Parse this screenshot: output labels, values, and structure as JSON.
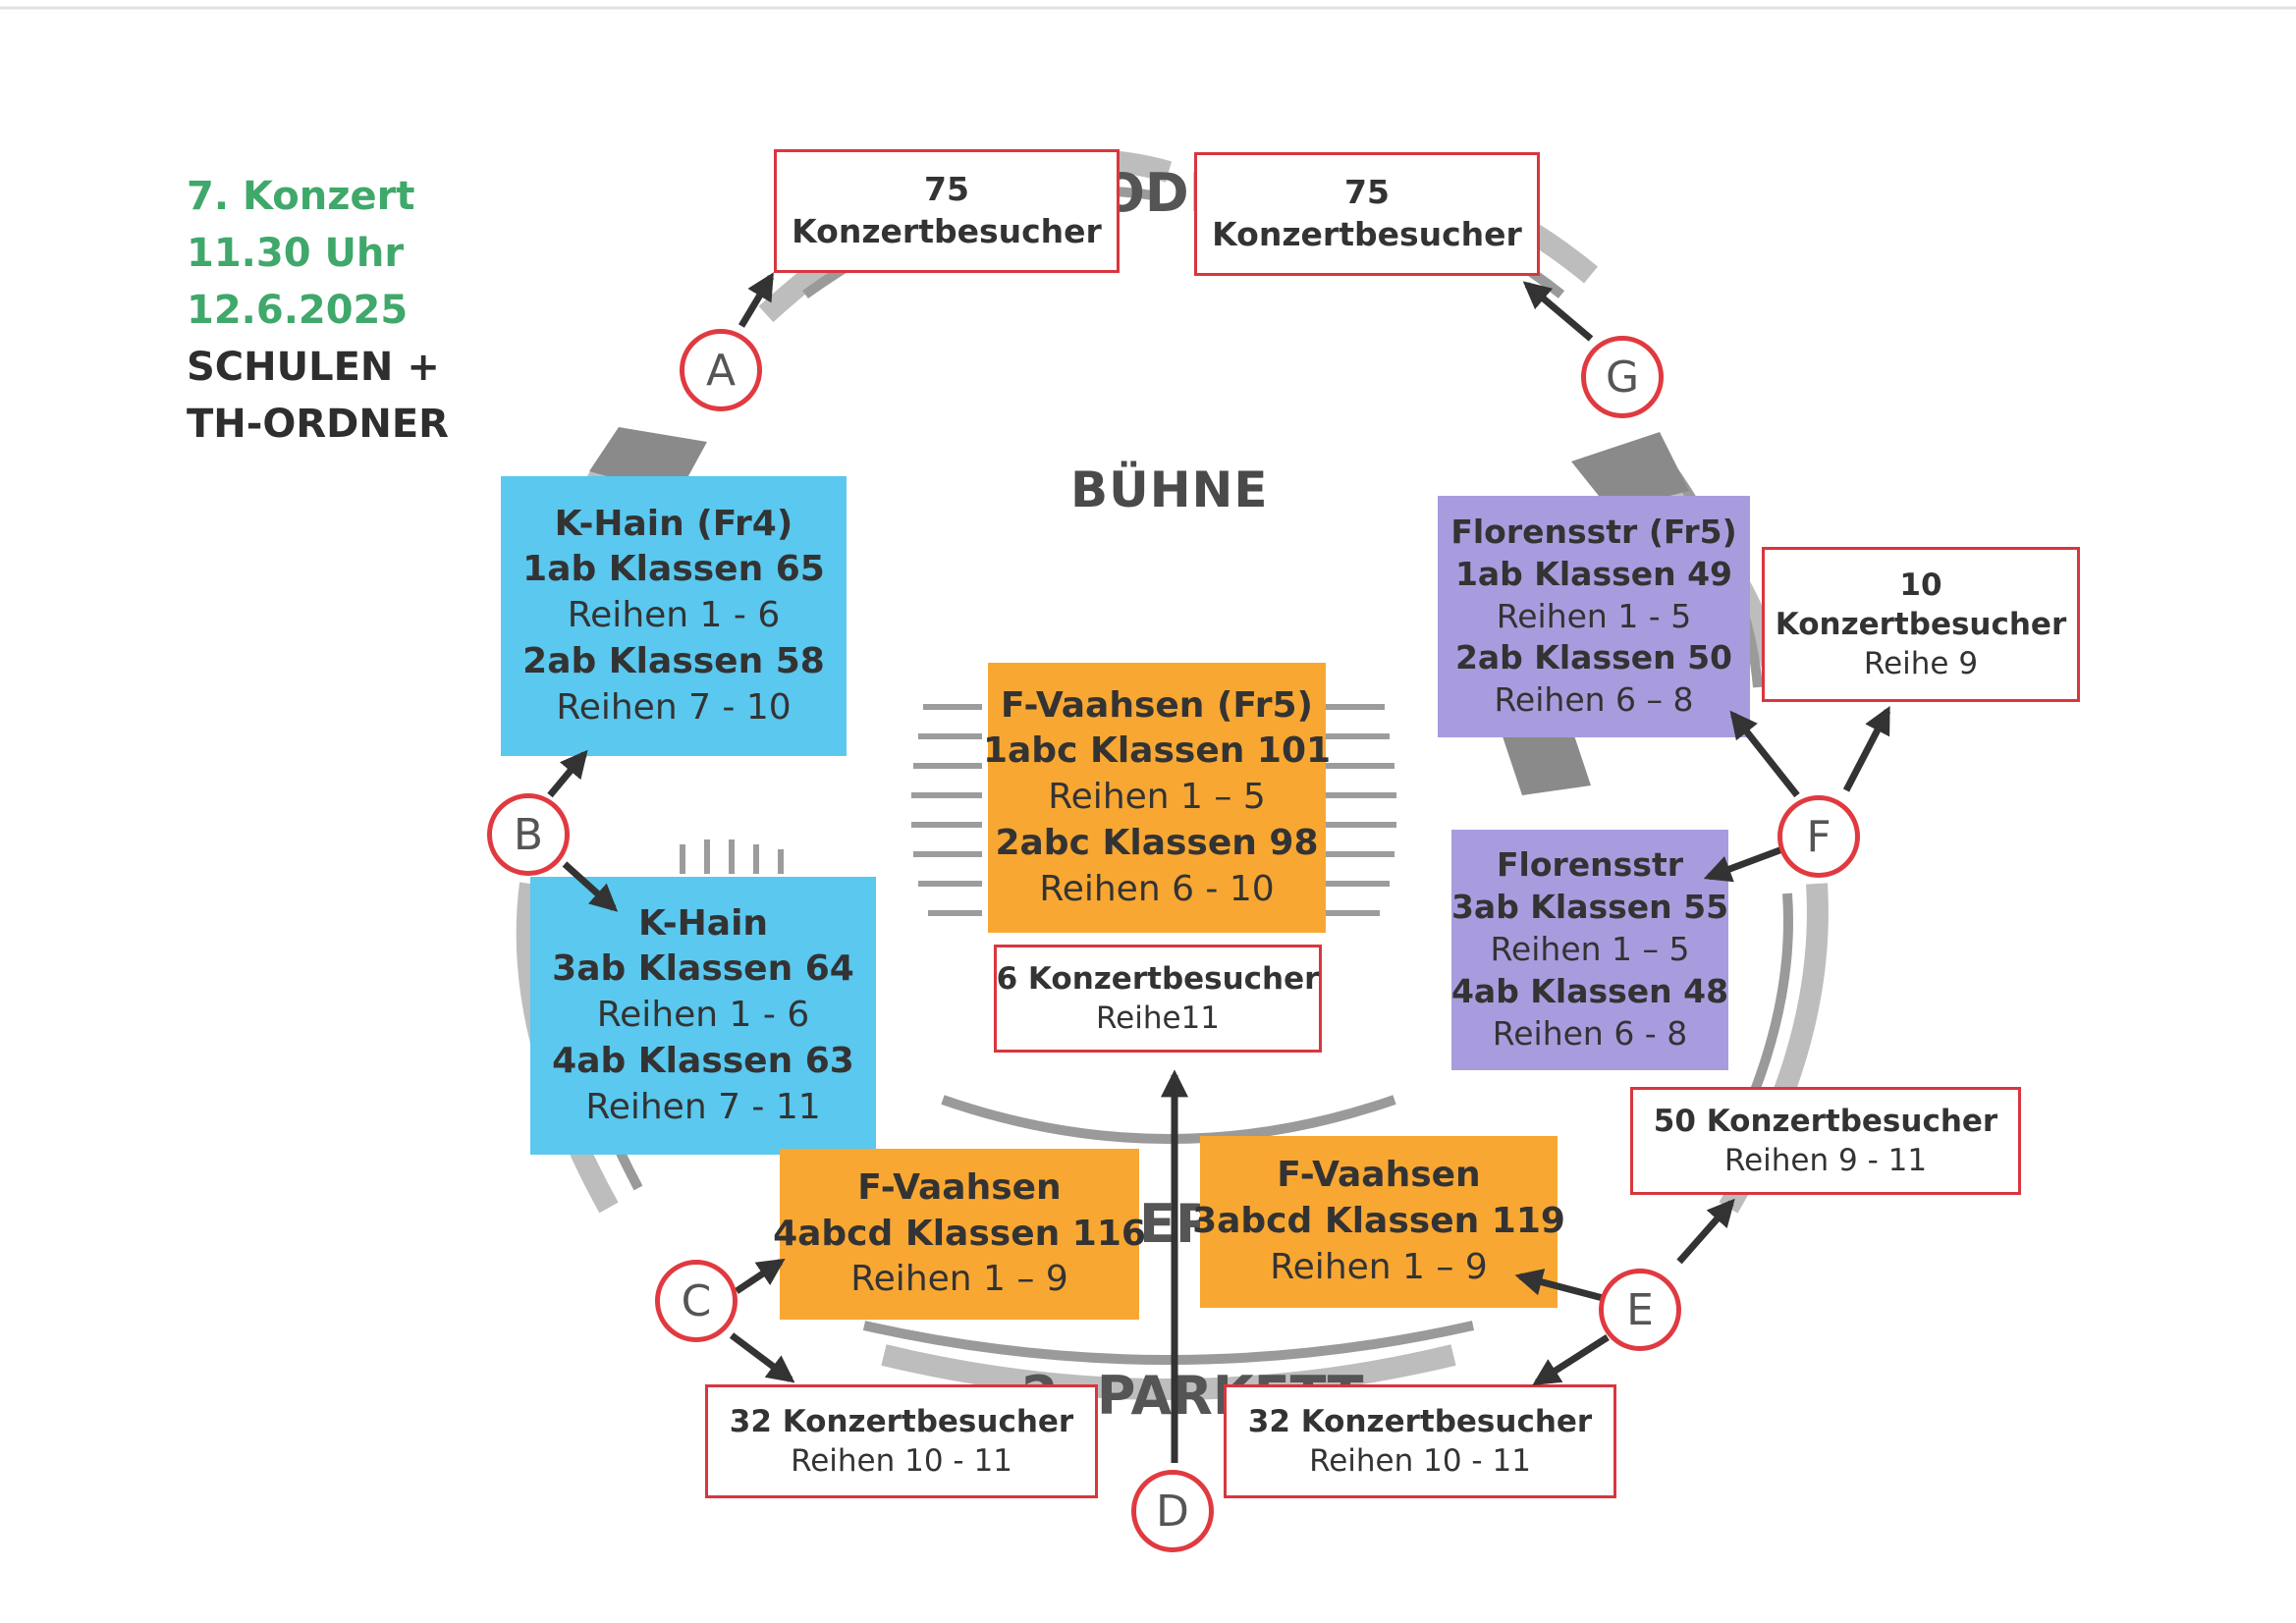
{
  "header": {
    "line1": "7. Konzert",
    "line2": "11.30 Uhr",
    "line3": "12.6.2025",
    "line4": "SCHULEN +",
    "line5": "TH-ORDNER"
  },
  "stage_label": "BÜHNE",
  "background_text": {
    "top_fragment": "ODI",
    "middle_fragment": "ER",
    "bottom": "2. PARKETT"
  },
  "entrances": [
    "A",
    "B",
    "C",
    "D",
    "E",
    "F",
    "G"
  ],
  "boxes": {
    "a_top_left": {
      "count": "75",
      "label": "Konzertbesucher"
    },
    "g_top_right": {
      "count": "75",
      "label": "Konzertbesucher"
    },
    "khain_fr4": {
      "title": "K-Hain (Fr4)",
      "l1": "1ab Klassen 65",
      "l2": "Reihen 1 -  6",
      "l3": "2ab Klassen 58",
      "l4": "Reihen  7 - 10"
    },
    "khain": {
      "title": "K-Hain",
      "l1": "3ab Klassen 64",
      "l2": "Reihen 1 - 6",
      "l3": "4ab Klassen 63",
      "l4": "Reihen  7 - 11"
    },
    "fvaahsen_fr5": {
      "title": "F-Vaahsen (Fr5)",
      "l1": "1abc Klassen 101",
      "l2": "Reihen 1 – 5",
      "l3": "2abc Klassen 98",
      "l4": "Reihen 6 - 10"
    },
    "center_white": {
      "l1": "6 Konzertbesucher",
      "l2": "Reihe11"
    },
    "florensstr_fr5": {
      "title": "Florensstr (Fr5)",
      "l1": "1ab Klassen 49",
      "l2": "Reihen 1 - 5",
      "l3": "2ab Klassen 50",
      "l4": "Reihen 6 – 8"
    },
    "florensstr": {
      "title": "Florensstr",
      "l1": "3ab Klassen 55",
      "l2": "Reihen 1 – 5",
      "l3": "4ab Klassen 48",
      "l4": "Reihen 6 - 8"
    },
    "f_white": {
      "l1": "10",
      "l2": "Konzertbesucher",
      "l3": "Reihe 9"
    },
    "e_white_top": {
      "l1": "50  Konzertbesucher",
      "l2": "Reihen 9 - 11"
    },
    "fvaahsen_4": {
      "title": "F-Vaahsen",
      "l1": "4abcd Klassen 116",
      "l2": "Reihen 1 – 9"
    },
    "fvaahsen_3": {
      "title": "F-Vaahsen",
      "l1": "3abcd Klassen 119",
      "l2": "Reihen 1 – 9"
    },
    "c_white": {
      "l1": "32 Konzertbesucher",
      "l2": "Reihen 10 - 11"
    },
    "e_white_bottom": {
      "l1": "32 Konzertbesucher",
      "l2": "Reihen 10 - 11"
    }
  },
  "colors": {
    "blue": "#5ac8ef",
    "orange": "#f8a733",
    "purple": "#a99cde",
    "red_border": "#d9363e",
    "header_green": "#3fa86a",
    "arrow": "#333333"
  }
}
